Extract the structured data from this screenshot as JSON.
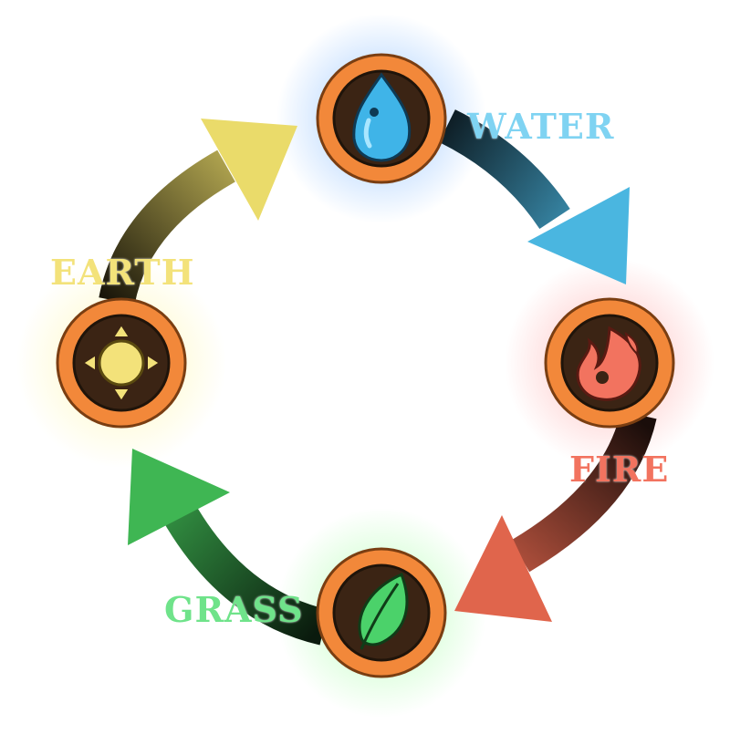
{
  "elements": [
    {
      "id": "water",
      "label": "WATER",
      "color": "#7fd3f2",
      "glow": "#5aa8ff",
      "icon": "water-drop-icon"
    },
    {
      "id": "fire",
      "label": "FIRE",
      "color": "#f2735f",
      "glow": "#ff8080",
      "icon": "flame-icon"
    },
    {
      "id": "grass",
      "label": "GRASS",
      "color": "#6fe38a",
      "glow": "#8dff8d",
      "icon": "leaf-icon"
    },
    {
      "id": "earth",
      "label": "EARTH",
      "color": "#f3e27a",
      "glow": "#fff27a",
      "icon": "earth-diamond-icon"
    }
  ],
  "colors": {
    "badge_ring": "#f2883a",
    "badge_inner": "#3b2414",
    "arrow_water": "#4ab6e0",
    "arrow_fire": "#e0654c",
    "arrow_grass": "#3fb653",
    "arrow_earth": "#eadb6a"
  }
}
